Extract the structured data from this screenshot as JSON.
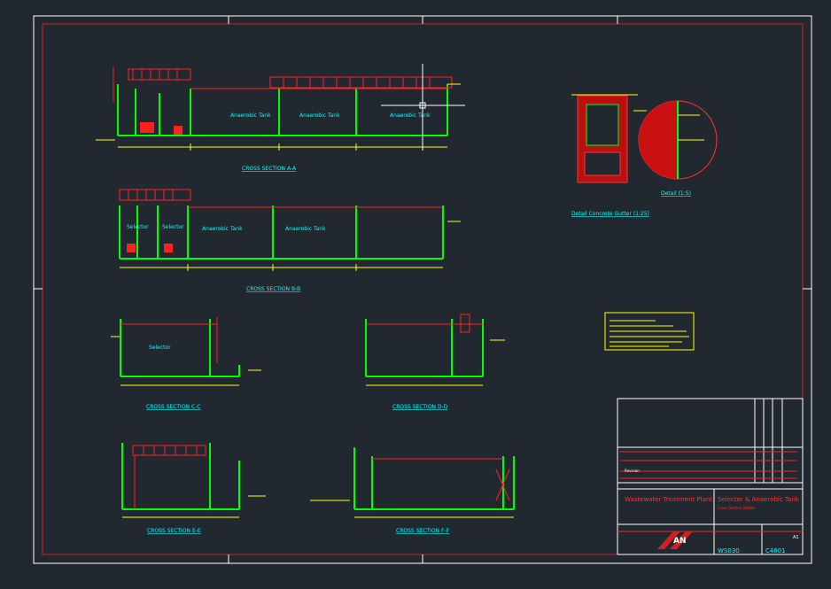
{
  "drawing": {
    "sections": {
      "aa": "CROSS SECTION A-A",
      "bb": "CROSS SECTION B-B",
      "cc": "CROSS SECTION C-C",
      "dd": "CROSS SECTION D-D",
      "ee": "CROSS SECTION E-E",
      "ff": "CROSS SECTION F-F"
    },
    "tank_labels": {
      "anaerobic": "Anaerobic Tank",
      "selector": "Selector"
    },
    "details": {
      "detail_left": "Detail Concrete Gutter (1:25)",
      "detail_right": "Detail (1:5)"
    }
  },
  "title_block": {
    "project": "Wastewater Treatment Plant",
    "sheet_title": "Selector & Anaerobic Tank",
    "sheet_sub": "Cross Section Details",
    "drawing_no": "WS030",
    "code": "C4801",
    "scale": "A1",
    "revision_label": "Revision",
    "logo_text": "AN"
  },
  "colors": {
    "background": "#212830",
    "frame": "#ffffff",
    "wall": "#00ff00",
    "rail": "#ff2020",
    "dimension": "#ffff00",
    "text_cyan": "#00ffff",
    "concrete": "#d01010"
  }
}
